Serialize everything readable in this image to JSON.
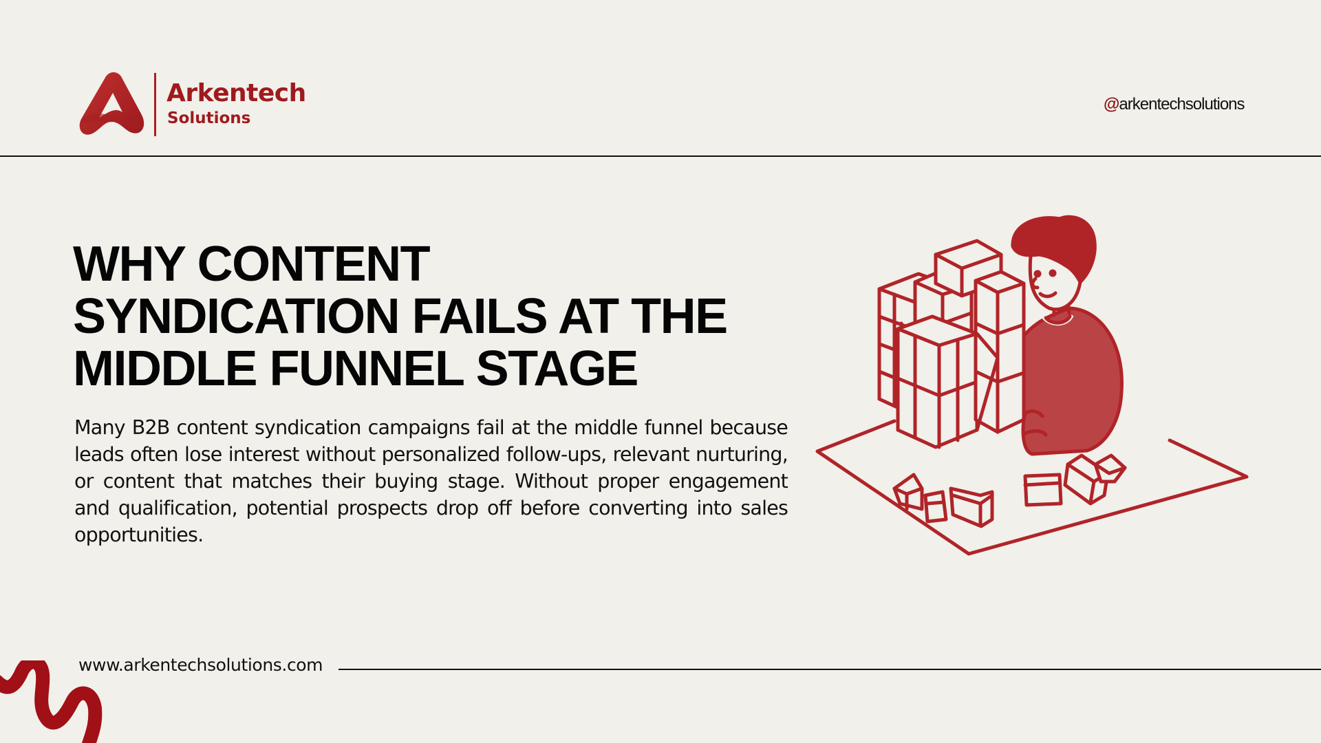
{
  "brand": {
    "name": "Arkentech",
    "subtitle": "Solutions",
    "color": "#9f1a1d"
  },
  "header": {
    "handle_at": "@",
    "handle_text": "arkentechsolutions"
  },
  "headline": {
    "lines": [
      "WHY CONTENT",
      "SYNDICATION FAILS AT THE",
      "MIDDLE FUNNEL STAGE"
    ]
  },
  "body": {
    "paragraph": "Many B2B content syndication campaigns fail at the middle funnel because leads often lose interest without personalized follow-ups, relevant nurturing, or content that matches their buying stage. Without proper engagement and qualification, potential prospects drop off before converting into sales opportunities."
  },
  "footer": {
    "url": "www.arkentechsolutions.com"
  },
  "illustration": {
    "icon": "person-building-blocks-illustration",
    "color": "#b02428"
  },
  "colors": {
    "background": "#f1f0eb",
    "accent": "#a81f22",
    "text": "#0a0a0a"
  }
}
